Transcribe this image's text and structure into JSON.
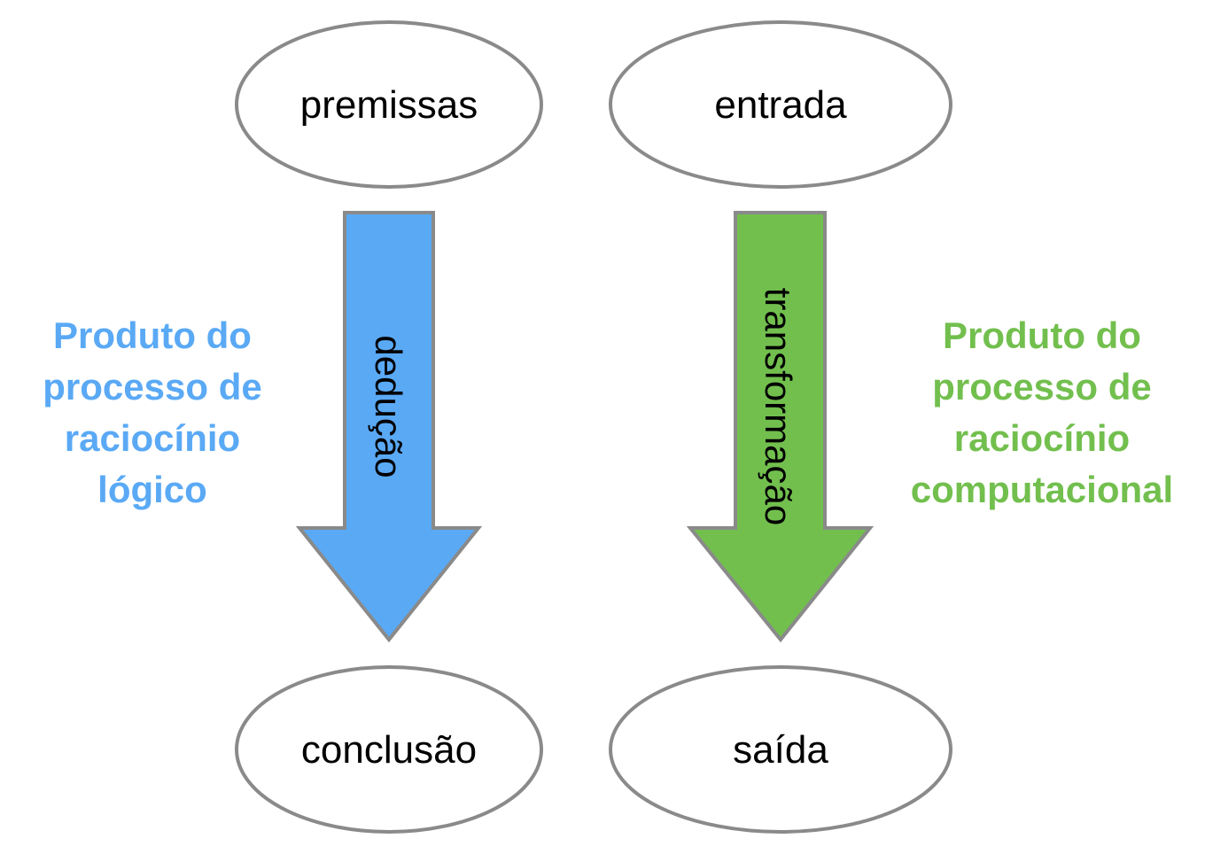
{
  "colors": {
    "left_accent": "#5aa9f5",
    "right_accent": "#72bf4e",
    "outline": "#8a8a8a"
  },
  "left_flow": {
    "top_node": "premissas",
    "arrow_label": "dedução",
    "bottom_node": "conclusão",
    "side_label": [
      "Produto do",
      "processo de",
      "raciocínio",
      "lógico"
    ]
  },
  "right_flow": {
    "top_node": "entrada",
    "arrow_label": "transformação",
    "bottom_node": "saída",
    "side_label": [
      "Produto do",
      "processo de",
      "raciocínio",
      "computacional"
    ]
  }
}
